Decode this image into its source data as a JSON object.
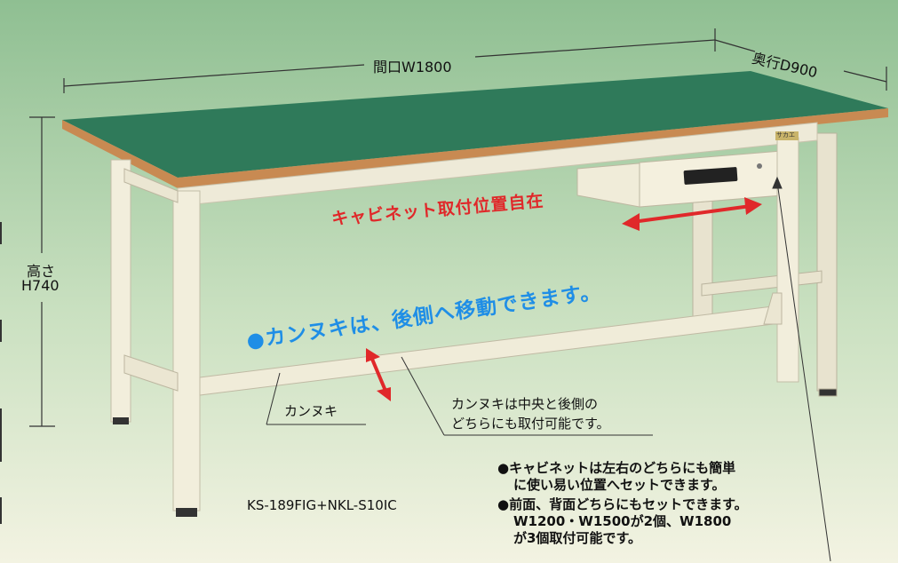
{
  "dimensions": {
    "width_label": "間口W1800",
    "depth_label": "奥行D900",
    "height_label_line1": "高さ",
    "height_label_line2": "H740"
  },
  "callouts": {
    "cabinet_position": "キャビネット取付位置自在",
    "crossbar_movable": "●カンヌキは、後側へ移動できます。",
    "crossbar_label": "カンヌキ",
    "crossbar_note_line1": "カンヌキは中央と後側の",
    "crossbar_note_line2": "どちらにも取付可能です。"
  },
  "model_number": "KS-189FIG+NKL-S10IC",
  "features": {
    "line1": "●キャビネットは左右のどちらにも簡単",
    "line2": "に使い易い位置へセットできます。",
    "line3": "●前面、背面どちらにもセットできます。",
    "line4": "W1200・W1500が2個、W1800",
    "line5": "が3個取付可能です。"
  },
  "brand_plate": "サカエ",
  "colors": {
    "background_top": "#9cc59a",
    "background_bottom": "#f2f2e0",
    "tabletop": "#2f7a5a",
    "edge": "#c88a52",
    "frame": "#f1eddc",
    "red_text": "#e0282a",
    "blue_text": "#1f8ee6"
  }
}
